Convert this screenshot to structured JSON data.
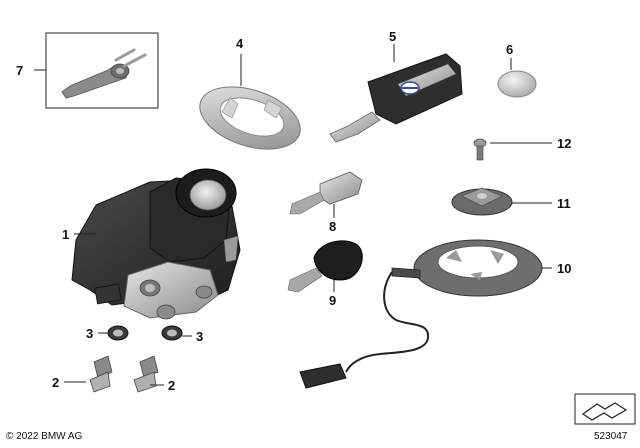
{
  "callouts": {
    "c1": "1",
    "c2a": "2",
    "c2b": "2",
    "c3a": "3",
    "c3b": "3",
    "c4": "4",
    "c5": "5",
    "c6": "6",
    "c7": "7",
    "c8": "8",
    "c9": "9",
    "c10": "10",
    "c11": "11",
    "c12": "12"
  },
  "footer": {
    "copyright": "© 2022 BMW AG",
    "diagram_id": "523047"
  },
  "colors": {
    "dark_body": "#2b2b2b",
    "metal_light": "#c8c8c8",
    "metal_mid": "#9a9a9a",
    "metal_dark": "#6e6e6e",
    "key_blue": "#3a4a8a",
    "leader": "#222222"
  }
}
